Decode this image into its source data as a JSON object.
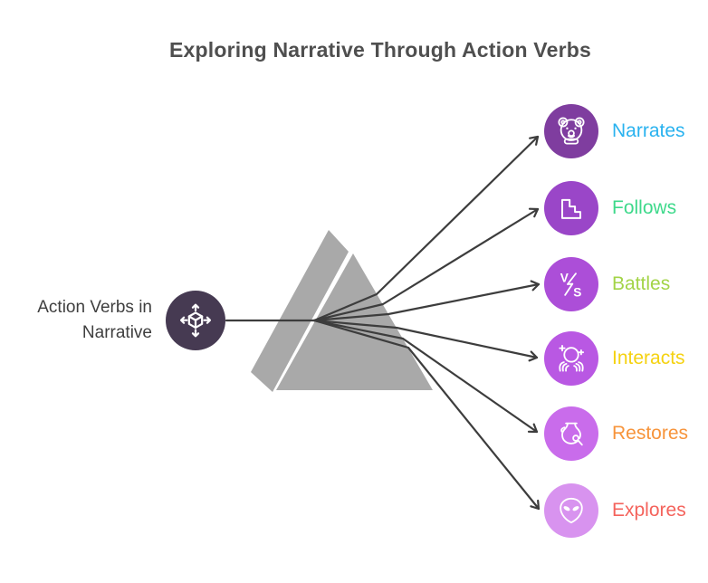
{
  "title": "Exploring Narrative Through Action Verbs",
  "center": {
    "label": "Action Verbs in Narrative",
    "icon": "move-3d-icon"
  },
  "nodes": [
    {
      "label": "Narrates",
      "icon": "bear-icon",
      "circle_color": "#7f3d9f",
      "label_color": "#29b2ef"
    },
    {
      "label": "Follows",
      "icon": "stairs-icon",
      "circle_color": "#9a46c8",
      "label_color": "#3ed98b"
    },
    {
      "label": "Battles",
      "icon": "versus-icon",
      "circle_color": "#ac4ed8",
      "label_color": "#a3d447"
    },
    {
      "label": "Interacts",
      "icon": "crystal-ball-icon",
      "circle_color": "#b958e3",
      "label_color": "#f5d211"
    },
    {
      "label": "Restores",
      "icon": "vase-restore-icon",
      "circle_color": "#c96ceb",
      "label_color": "#f7943b"
    },
    {
      "label": "Explores",
      "icon": "alien-icon",
      "circle_color": "#d893ef",
      "label_color": "#f4635c"
    }
  ],
  "colors": {
    "title": "#4f4f4f",
    "center_text": "#3f3f3f",
    "center_circle": "#463a52",
    "prism": "#a9a9a9",
    "connector": "#3d3d3d",
    "icon_stroke": "#ffffff"
  }
}
